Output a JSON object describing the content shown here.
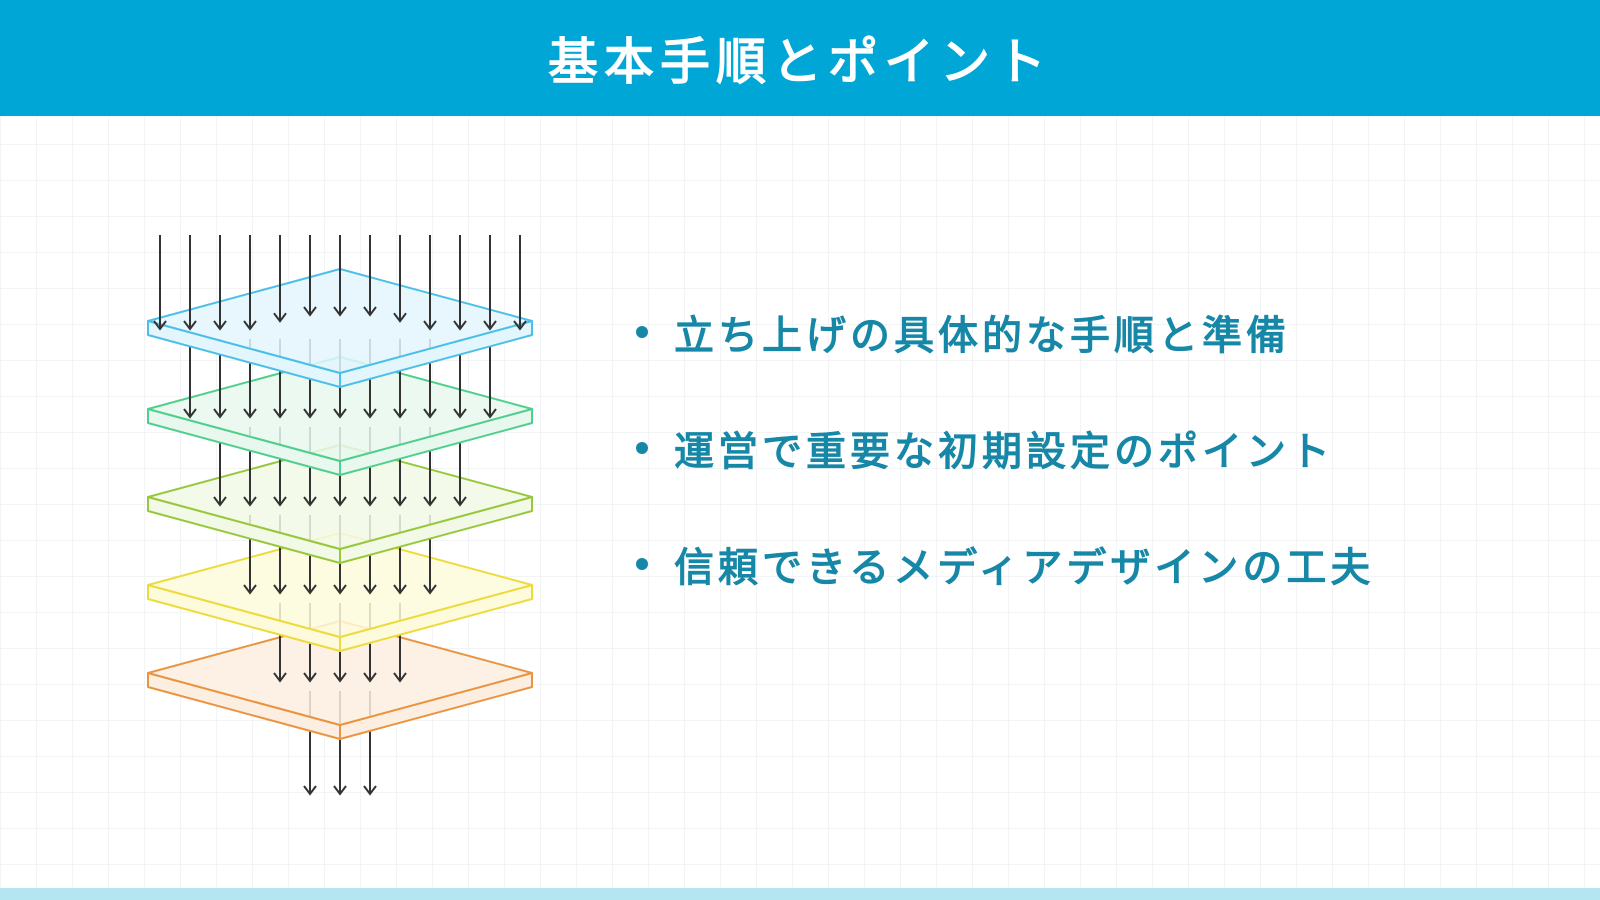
{
  "header": {
    "title": "基本手順とポイント",
    "background": "#00a6d6",
    "text_color": "#ffffff"
  },
  "diagram": {
    "description_icon": "stacked-layers-filter-icon",
    "layers": [
      {
        "stroke": "#4bbfe8",
        "fill": "#e3f6fd",
        "arrows_in": 13,
        "arrows_out": 11
      },
      {
        "stroke": "#4fcf8c",
        "fill": "#e8f8ef",
        "arrows_out": 9
      },
      {
        "stroke": "#97c83c",
        "fill": "#f2f9e6",
        "arrows_out": 7
      },
      {
        "stroke": "#ecdb3a",
        "fill": "#fdfbdc",
        "arrows_out": 5
      },
      {
        "stroke": "#ea9440",
        "fill": "#fdeee2",
        "arrows_out": 3
      }
    ],
    "arrow_color": "#333333"
  },
  "points": {
    "bullet_color": "#1687a7",
    "text_color": "#1687a7",
    "items": [
      {
        "text": "立ち上げの具体的な手順と準備"
      },
      {
        "text": "運営で重要な初期設定のポイント"
      },
      {
        "text": "信頼できるメディアデザインの工夫"
      }
    ]
  },
  "footer": {
    "bar_color": "#b4e6f2"
  }
}
